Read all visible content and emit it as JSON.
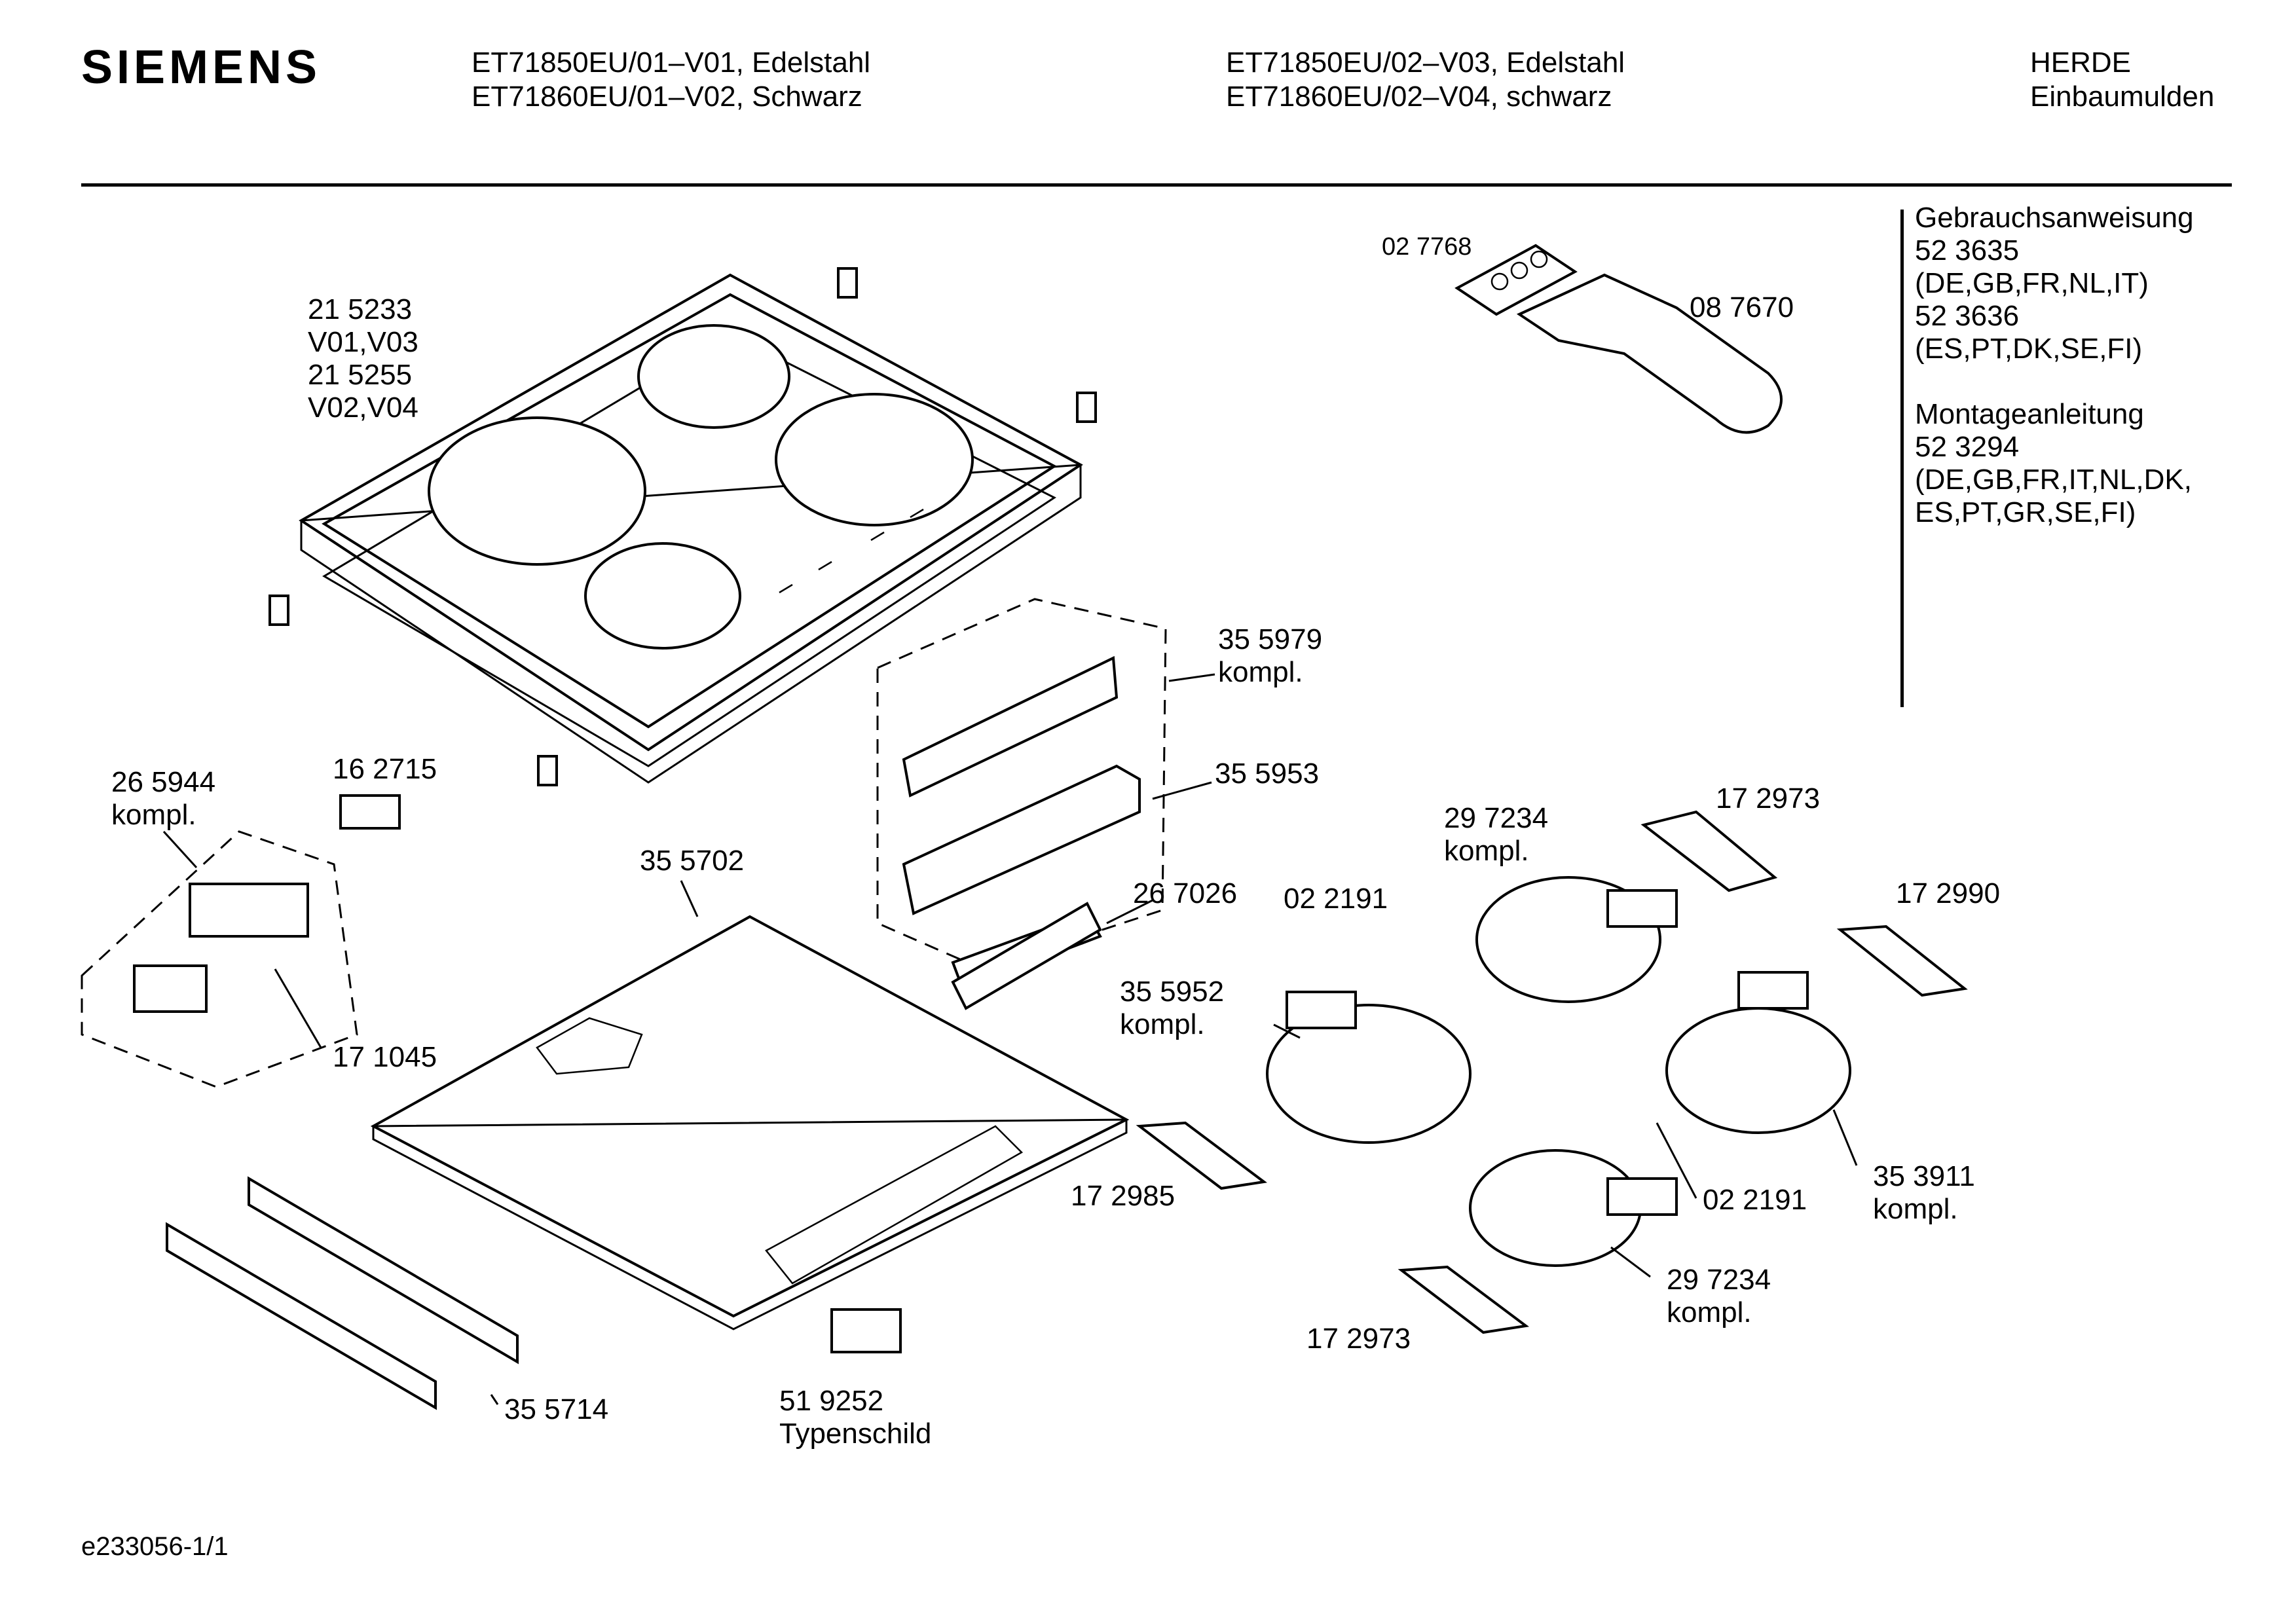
{
  "header": {
    "brand": "SIEMENS",
    "col1": [
      "ET71850EU/01–V01, Edelstahl",
      "ET71860EU/01–V02, Schwarz"
    ],
    "col2": [
      "ET71850EU/02–V03, Edelstahl",
      "ET71860EU/02–V04, schwarz"
    ],
    "col3": [
      "HERDE",
      "Einbaumulden"
    ]
  },
  "docs": {
    "manual_title": "Gebrauchsanweisung",
    "manual_lines": [
      "52 3635",
      "(DE,GB,FR,NL,IT)",
      "52 3636",
      "(ES,PT,DK,SE,FI)"
    ],
    "install_title": "Montageanleitung",
    "install_lines": [
      "52 3294",
      "(DE,GB,FR,IT,NL,DK,",
      "ES,PT,GR,SE,FI)"
    ]
  },
  "parts": {
    "glass_top": [
      "21 5233",
      "V01,V03",
      "21 5255",
      "V02,V04"
    ],
    "p_027768": "02 7768",
    "p_087670": "08 7670",
    "p_355979": [
      "35 5979",
      "kompl."
    ],
    "p_355953": "35 5953",
    "p_265944": [
      "26 5944",
      "kompl."
    ],
    "p_162715": "16 2715",
    "p_355702": "35 5702",
    "p_267026": "26 7026",
    "p_171045": "17 1045",
    "p_297234_top": [
      "29 7234",
      "kompl."
    ],
    "p_172973_top": "17 2973",
    "p_172990": "17 2990",
    "p_022191_left": "02 2191",
    "p_355952": [
      "35 5952",
      "kompl."
    ],
    "p_172985": "17 2985",
    "p_022191_right": "02 2191",
    "p_353911": [
      "35 3911",
      "kompl."
    ],
    "p_297234_bottom": [
      "29 7234",
      "kompl."
    ],
    "p_172973_bottom": "17 2973",
    "p_355714": "35 5714",
    "p_519252": [
      "51 9252",
      "Typenschild"
    ]
  },
  "footer": {
    "code": "e233056-1/1"
  }
}
